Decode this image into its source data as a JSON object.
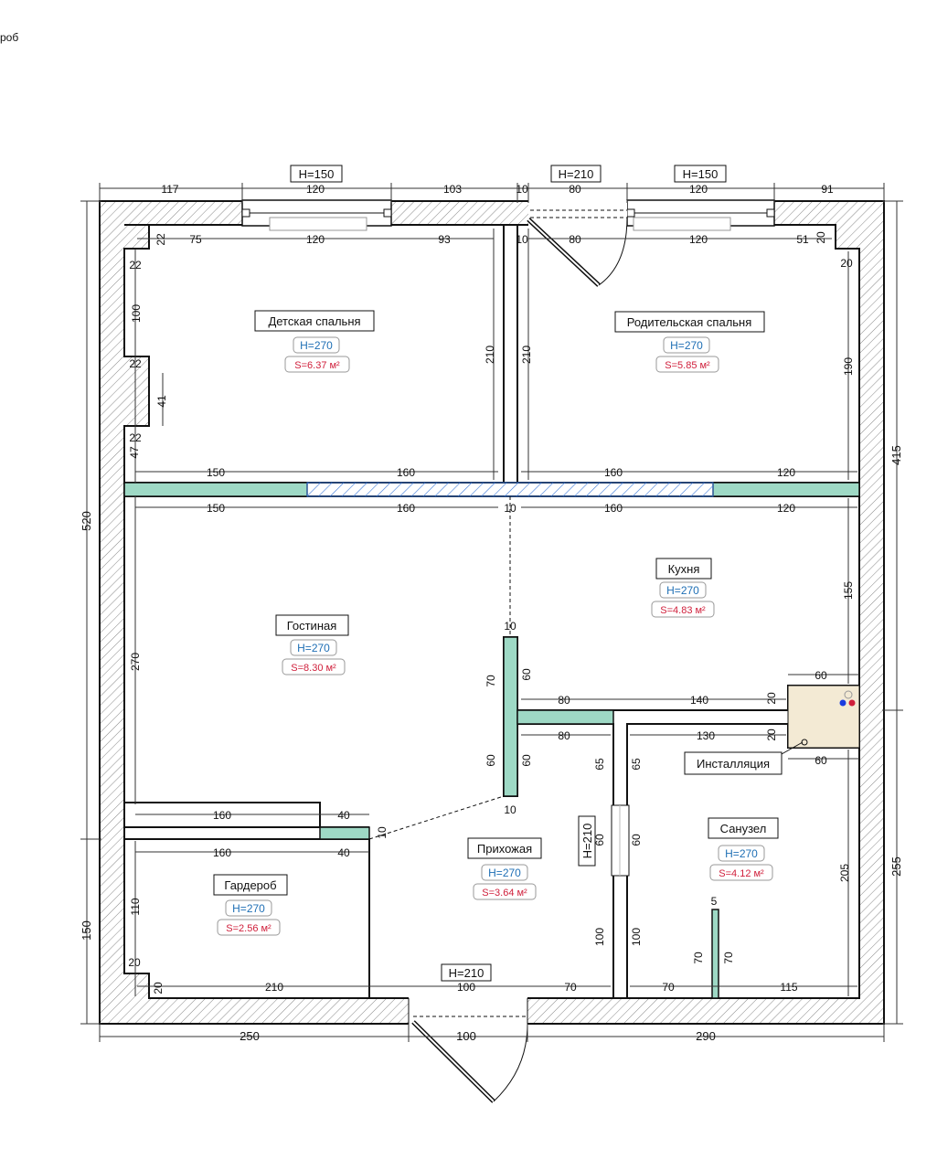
{
  "corner_text": "роб",
  "colors": {
    "wall_fill": "#ffffff",
    "hatch": "#888888",
    "wall_line": "#111111",
    "partition": "#9ed9c5",
    "height_text": "#1f6fb5",
    "area_text": "#d0203c",
    "installation": "#f3ead4",
    "dim_line": "#333333"
  },
  "rooms": {
    "child_bedroom": {
      "name": "Детская спальня",
      "height": "H=270",
      "area": "S=6.37 м²"
    },
    "parents_bedroom": {
      "name": "Родительская спальня",
      "height": "H=270",
      "area": "S=5.85 м²"
    },
    "kitchen": {
      "name": "Кухня",
      "height": "H=270",
      "area": "S=4.83 м²"
    },
    "living": {
      "name": "Гостиная",
      "height": "H=270",
      "area": "S=8.30 м²"
    },
    "hallway": {
      "name": "Прихожая",
      "height": "H=270",
      "area": "S=3.64 м²"
    },
    "wardrobe": {
      "name": "Гардероб",
      "height": "H=270",
      "area": "S=2.56 м²"
    },
    "bathroom": {
      "name": "Санузел",
      "height": "H=270",
      "area": "S=4.12 м²"
    },
    "installation": {
      "name": "Инсталляция"
    }
  },
  "openings": {
    "window_left": "H=150",
    "door_top": "H=210",
    "window_right": "H=150",
    "door_bath": "H=210",
    "door_entry": "H=210"
  },
  "dimensions": {
    "top_ext": [
      "117",
      "120",
      "103",
      "10",
      "80",
      "120",
      "91"
    ],
    "top_int": [
      "75",
      "120",
      "93",
      "10",
      "80",
      "120",
      "51"
    ],
    "left_total": "520",
    "left_lower": "150",
    "right_upper": "415",
    "right_lower": "255",
    "bottom_ext": [
      "250",
      "100",
      "290"
    ],
    "bottom_int": [
      "20",
      "210",
      "100",
      "70",
      "70",
      "115"
    ],
    "child_left": [
      "22",
      "22",
      "100",
      "22",
      "41",
      "22",
      "47"
    ],
    "child_right": "210",
    "parents_left": "210",
    "parents_right": [
      "20",
      "20",
      "190"
    ],
    "row_upper": [
      "150",
      "160",
      "160",
      "120"
    ],
    "row_lower": [
      "150",
      "160",
      "10",
      "160",
      "120"
    ],
    "living_left": "270",
    "kitchen_right": "155",
    "install": [
      "60",
      "20",
      "20",
      "60"
    ],
    "kitchen_bottom": [
      "80",
      "140",
      "80",
      "130"
    ],
    "partition_v": [
      "10",
      "70",
      "60",
      "60",
      "60",
      "10"
    ],
    "wardrobe_top": [
      "160",
      "40",
      "160",
      "40",
      "10"
    ],
    "wardrobe_left": [
      "110",
      "20"
    ],
    "hall_wall": [
      "65",
      "65",
      "60",
      "60",
      "100",
      "100"
    ],
    "bath": [
      "5",
      "70",
      "70",
      "205"
    ]
  }
}
